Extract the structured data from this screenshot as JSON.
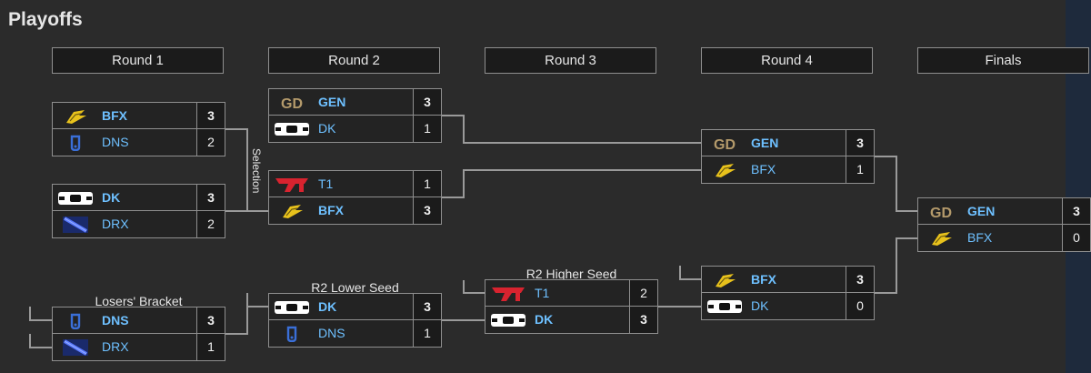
{
  "page": {
    "title": "Playoffs"
  },
  "rounds": [
    {
      "label": "Round 1"
    },
    {
      "label": "Round 2"
    },
    {
      "label": "Round 3"
    },
    {
      "label": "Round 4"
    },
    {
      "label": "Finals"
    }
  ],
  "labels": {
    "selection": "Selection",
    "losers_bracket": "Losers' Bracket",
    "r2_lower_seed": "R2 Lower Seed",
    "r2_higher_seed": "R2 Higher Seed"
  },
  "colors": {
    "background": "#2b2b2b",
    "team_name": "#6ec0ff",
    "border": "#8f8f8f"
  },
  "matches": {
    "r1_top": {
      "teams": [
        {
          "name": "BFX",
          "score": "3",
          "logo": "bfx-logo-icon",
          "winner": true
        },
        {
          "name": "DNS",
          "score": "2",
          "logo": "dns-logo-icon",
          "winner": false
        }
      ]
    },
    "r1_bottom": {
      "teams": [
        {
          "name": "DK",
          "score": "3",
          "logo": "dk-logo-icon",
          "winner": true
        },
        {
          "name": "DRX",
          "score": "2",
          "logo": "drx-logo-icon",
          "winner": false
        }
      ]
    },
    "r2_top": {
      "teams": [
        {
          "name": "GEN",
          "score": "3",
          "logo": "gen-logo-icon",
          "winner": true
        },
        {
          "name": "DK",
          "score": "1",
          "logo": "dk-logo-icon",
          "winner": false
        }
      ]
    },
    "r2_bottom": {
      "teams": [
        {
          "name": "T1",
          "score": "1",
          "logo": "t1-logo-icon",
          "winner": false
        },
        {
          "name": "BFX",
          "score": "3",
          "logo": "bfx-logo-icon",
          "winner": true
        }
      ]
    },
    "r4_upper": {
      "teams": [
        {
          "name": "GEN",
          "score": "3",
          "logo": "gen-logo-icon",
          "winner": true
        },
        {
          "name": "BFX",
          "score": "1",
          "logo": "bfx-logo-icon",
          "winner": false
        }
      ]
    },
    "finals": {
      "teams": [
        {
          "name": "GEN",
          "score": "3",
          "logo": "gen-logo-icon",
          "winner": true
        },
        {
          "name": "BFX",
          "score": "0",
          "logo": "bfx-logo-icon",
          "winner": false
        }
      ]
    },
    "losers_r1": {
      "teams": [
        {
          "name": "DNS",
          "score": "3",
          "logo": "dns-logo-icon",
          "winner": true
        },
        {
          "name": "DRX",
          "score": "1",
          "logo": "drx-logo-icon",
          "winner": false
        }
      ]
    },
    "losers_r2": {
      "teams": [
        {
          "name": "DK",
          "score": "3",
          "logo": "dk-logo-icon",
          "winner": true
        },
        {
          "name": "DNS",
          "score": "1",
          "logo": "dns-logo-icon",
          "winner": false
        }
      ]
    },
    "losers_r3": {
      "teams": [
        {
          "name": "T1",
          "score": "2",
          "logo": "t1-logo-icon",
          "winner": false
        },
        {
          "name": "DK",
          "score": "3",
          "logo": "dk-logo-icon",
          "winner": true
        }
      ]
    },
    "losers_r4": {
      "teams": [
        {
          "name": "BFX",
          "score": "3",
          "logo": "bfx-logo-icon",
          "winner": true
        },
        {
          "name": "DK",
          "score": "0",
          "logo": "dk-logo-icon",
          "winner": false
        }
      ]
    }
  }
}
